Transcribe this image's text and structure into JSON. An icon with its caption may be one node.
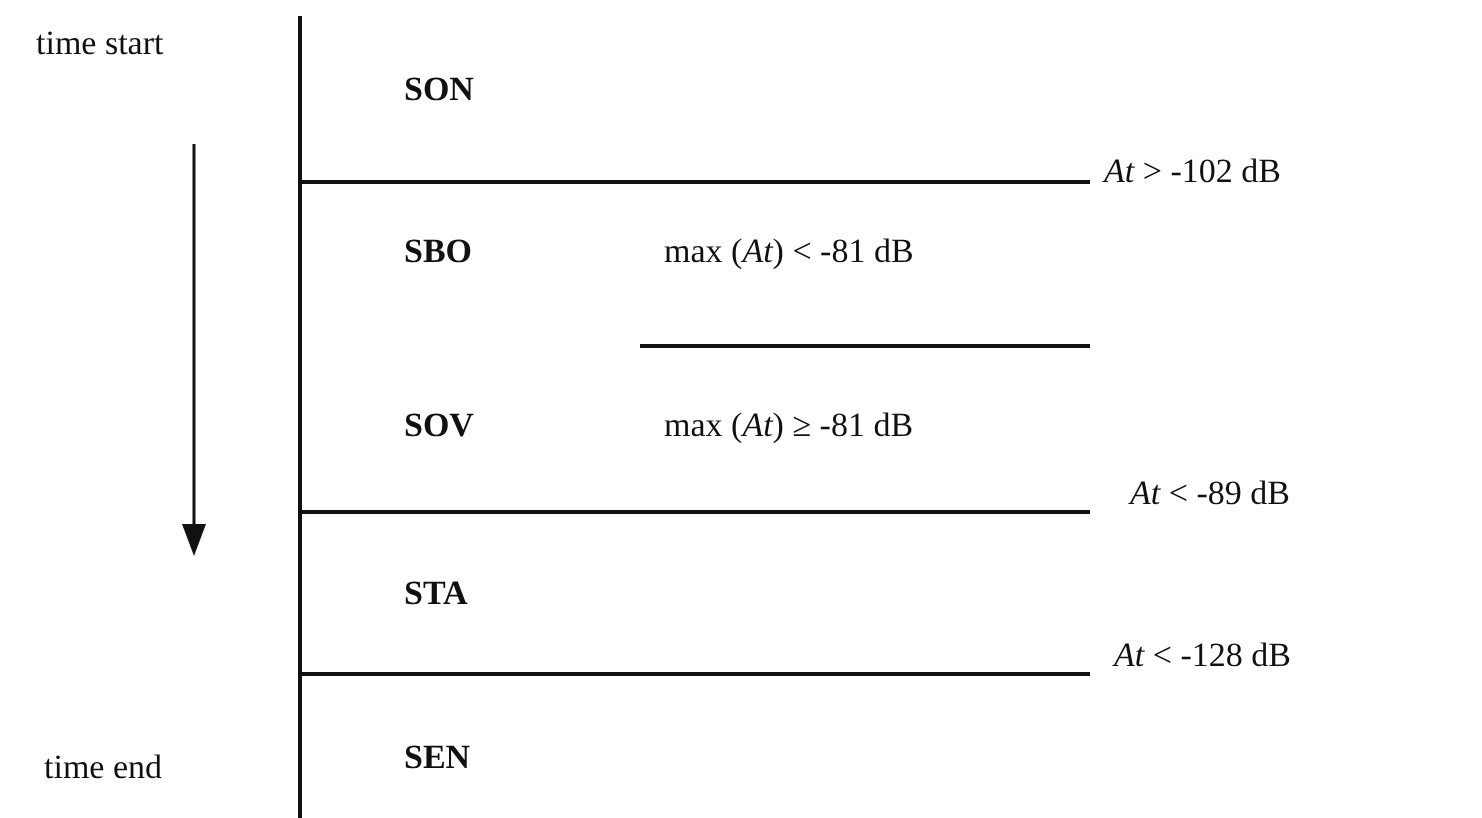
{
  "diagram": {
    "labels": [
      "time start",
      "SON",
      "*At* > -102 dB",
      "SBO",
      "max (*At*) < -81 dB",
      "SOV",
      "max (*At*) ≥ -81 dB",
      "*At* < -89 dB",
      "STA",
      "*At* < -128 dB",
      "time end",
      "SEN"
    ]
  }
}
